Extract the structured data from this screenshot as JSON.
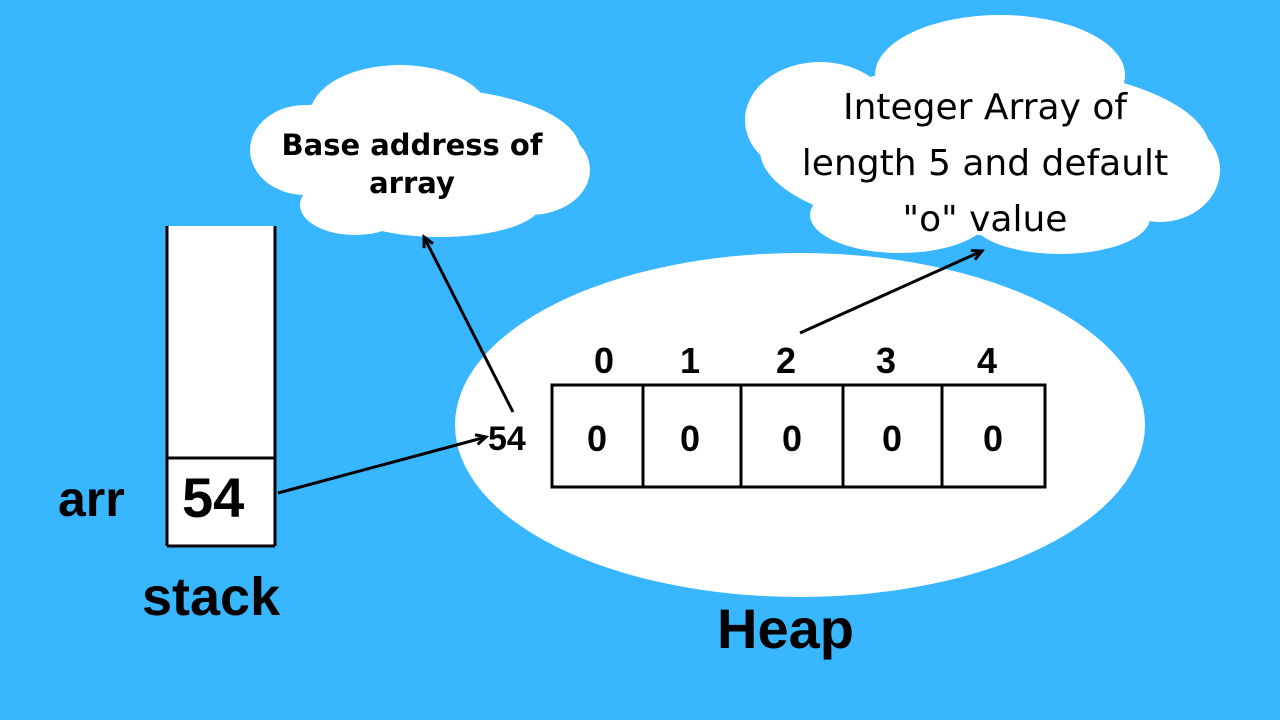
{
  "colors": {
    "background": "#38b6ff",
    "shape_fill": "#ffffff",
    "ink": "#000000"
  },
  "stack": {
    "variable": "arr",
    "value": "54",
    "label": "stack"
  },
  "heap": {
    "label": "Heap",
    "address": "54",
    "indices": [
      "0",
      "1",
      "2",
      "3",
      "4"
    ],
    "values": [
      "0",
      "0",
      "0",
      "0",
      "0"
    ]
  },
  "callouts": {
    "base_address": {
      "line1": "Base address of",
      "line2": "array"
    },
    "array_desc": {
      "line1": "Integer Array of",
      "line2": "length 5 and default",
      "line3": "\"o\" value"
    }
  }
}
